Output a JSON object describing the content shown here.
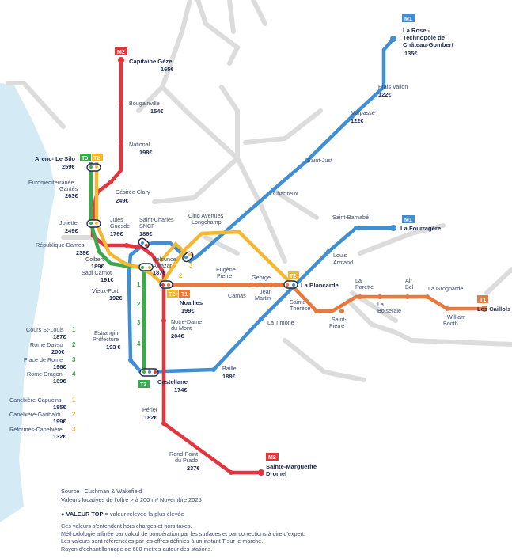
{
  "colors": {
    "M1": "#3f8fd2",
    "M2": "#e2353d",
    "T1": "#ea7a3c",
    "T2": "#f4b731",
    "T3": "#3daa4a",
    "sea": "#d4eaf4",
    "grid": "#dcdcdc",
    "text": "#3b4a6b",
    "price": "#1d2a4d"
  },
  "badges": {
    "m1_top": "M1",
    "m1_mid": "M1",
    "m2_top": "M2",
    "m2_bottom": "M2",
    "t3_top": "T3",
    "t2_top": "T2",
    "t3_bottom": "T3",
    "t2_noailles": "T2",
    "t1_noailles": "T1",
    "t2_blancarde": "T2",
    "t1_right": "T1"
  },
  "stations": {
    "la_rose": {
      "name1": "La Rose -",
      "name2": "Technopole de",
      "name3": "Château-Gombert",
      "price": "135€"
    },
    "frais_vallon": {
      "name": "Frais Vallon",
      "price": "122€"
    },
    "malpasse": {
      "name": "Malpassé",
      "price": "122€"
    },
    "saint_just": {
      "name": "Saint-Just"
    },
    "chartreux": {
      "name": "Chartreux"
    },
    "saint_barnabe": {
      "name": "Saint-Barnabé"
    },
    "fourragere": {
      "name": "La Fourragère"
    },
    "louis_armand": {
      "name1": "Louis",
      "name2": "Armand"
    },
    "blancarde": {
      "name": "La Blancarde"
    },
    "capitaine_geze": {
      "name": "Capitaine Gèze",
      "price": "165€"
    },
    "bougainville": {
      "name": "Bougainville",
      "price": "154€"
    },
    "national": {
      "name": "National",
      "price": "198€"
    },
    "desiree_clary": {
      "name": "Désirée Clary",
      "price": "249€"
    },
    "arenc": {
      "name": "Arenc- Le Silo",
      "price": "259€"
    },
    "euromed": {
      "name1": "Euroméditerranée",
      "name2": "Gantès",
      "price": "263€"
    },
    "joliette": {
      "name": "Joliette",
      "price": "249€"
    },
    "jules_guesde": {
      "name1": "Jules",
      "name2": "Guesde",
      "price": "176€"
    },
    "saint_charles": {
      "name1": "Saint-Charles",
      "name2": "SNCF",
      "price": "186€"
    },
    "cinq_avenues": {
      "name1": "Cinq Avenues",
      "name2": "Longchamp"
    },
    "republique": {
      "name": "République-Dames",
      "price": "238€"
    },
    "colbert": {
      "name": "Colbert",
      "price": "189€"
    },
    "sadi_carnot": {
      "name": "Sadi Carnot",
      "price": "191€"
    },
    "belsunce": {
      "name1": "Belsunce",
      "name2": "Alcazar",
      "price": "187€"
    },
    "vieux_port": {
      "name": "Vieux-Port",
      "price": "192€"
    },
    "noailles": {
      "name": "Noailles",
      "price": "199€"
    },
    "eugene_pierre": {
      "name1": "Eugène",
      "name2": "Pierre"
    },
    "camas": {
      "name": "Camas"
    },
    "george": {
      "name": "George"
    },
    "jean_martin": {
      "name1": "Jean",
      "name2": "Martin"
    },
    "sainte_therese": {
      "name1": "Sainte-",
      "name2": "Thérèse"
    },
    "saint_pierre": {
      "name1": "Saint-",
      "name2": "Pierre"
    },
    "la_parette": {
      "name1": "La",
      "name2": "Parette"
    },
    "la_boiseraie": {
      "name1": "La",
      "name2": "Boiseraie"
    },
    "air_bel": {
      "name1": "Air",
      "name2": "Bel"
    },
    "la_grognarde": {
      "name": "La Grognarde"
    },
    "william_booth": {
      "name1": "William",
      "name2": "Booth"
    },
    "les_caillols": {
      "name": "Les Caillols"
    },
    "la_timone": {
      "name": "La Timone"
    },
    "estrangin": {
      "name1": "Estrangin",
      "name2": "Préfecture",
      "price": "193 €"
    },
    "notre_dame": {
      "name1": "Notre-Dame",
      "name2": "du Mont",
      "price": "204€"
    },
    "baille": {
      "name": "Baille",
      "price": "188€"
    },
    "castellane": {
      "name": "Castellane",
      "price": "174€"
    },
    "perier": {
      "name": "Périer",
      "price": "182€"
    },
    "rond_point": {
      "name1": "Rond-Point",
      "name2": "du Prado",
      "price": "237€"
    },
    "sainte_marguerite": {
      "name1": "Sainte-Marguerite",
      "name2": "Dromel"
    }
  },
  "t3_list": [
    {
      "name": "Cours St-Louis",
      "num": "1",
      "price": "187€"
    },
    {
      "name": "Rome Davso",
      "num": "2",
      "price": "200€"
    },
    {
      "name": "Place de Rome",
      "num": "3",
      "price": "196€"
    },
    {
      "name": "Rome Dragon",
      "num": "4",
      "price": "169€"
    }
  ],
  "t2_list": [
    {
      "name": "Canebière-Capucins",
      "num": "1",
      "price": "185€"
    },
    {
      "name": "Canebière-Garibaldi",
      "num": "2",
      "price": "199€"
    },
    {
      "name": "Réformés-Canebière",
      "num": "3",
      "price": "132€"
    }
  ],
  "footer": {
    "source": "Source : Cushman & Wakefield",
    "subtitle": "Valeurs locatives de l'offre  > à 200 m² Novembre 2025",
    "top_label": "VALEUR TOP",
    "top_rest": " = valeur relevée la plus élevée",
    "notes": [
      "Ces valeurs s'entendent hors charges et hors taxes.",
      "Méthodologie affinée par calcul de pondération par les surfaces et par corrections à dire d'expert.",
      "Les valeurs sont référencées par les offres définies à un instant T sur le marché.",
      "Rayon d'échantillonnage de 600 mètres autour des stations."
    ]
  }
}
